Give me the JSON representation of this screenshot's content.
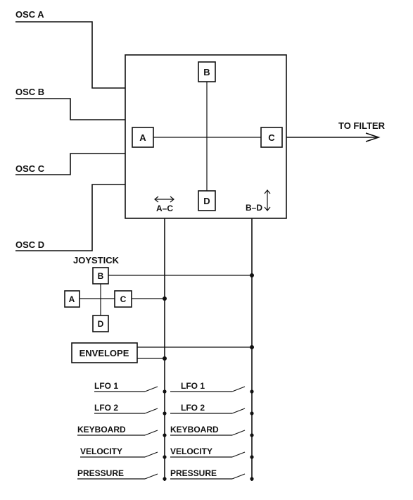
{
  "inputs": {
    "osc_a": "OSC A",
    "osc_b": "OSC B",
    "osc_c": "OSC C",
    "osc_d": "OSC D"
  },
  "mixer": {
    "node_a": "A",
    "node_b": "B",
    "node_c": "C",
    "node_d": "D",
    "axis_ac": "A–C",
    "axis_bd": "B–D"
  },
  "output": {
    "label": "TO FILTER"
  },
  "joystick": {
    "title": "JOYSTICK",
    "node_a": "A",
    "node_b": "B",
    "node_c": "C",
    "node_d": "D"
  },
  "envelope": {
    "label": "ENVELOPE"
  },
  "modulation_sources": {
    "left": [
      "LFO 1",
      "LFO 2",
      "KEYBOARD",
      "VELOCITY",
      "PRESSURE"
    ],
    "right": [
      "LFO 1",
      "LFO 2",
      "KEYBOARD",
      "VELOCITY",
      "PRESSURE"
    ]
  }
}
